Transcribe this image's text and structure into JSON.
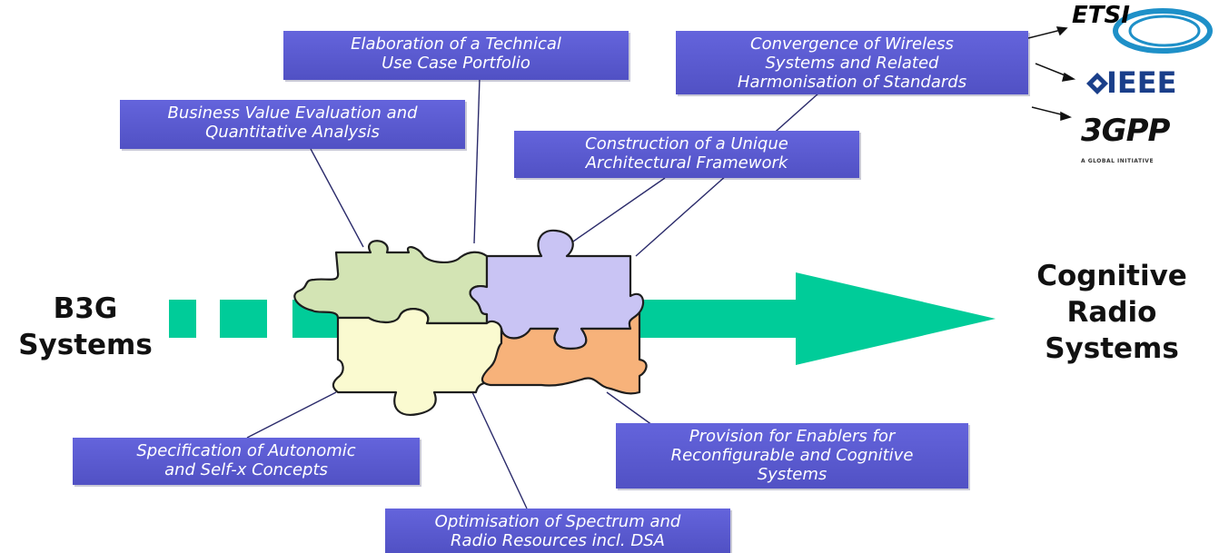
{
  "labels": {
    "start_line1": "B3G",
    "start_line2": "Systems",
    "end_line1": "Cognitive",
    "end_line2": "Radio",
    "end_line3": "Systems"
  },
  "boxes": [
    {
      "id": "technical-use-case",
      "lines": [
        "Elaboration of a Technical",
        "Use Case Portfolio"
      ]
    },
    {
      "id": "business-value",
      "lines": [
        "Business Value Evaluation and",
        "Quantitative Analysis"
      ]
    },
    {
      "id": "convergence",
      "lines": [
        "Convergence of Wireless",
        "Systems and Related",
        "Harmonisation of Standards"
      ]
    },
    {
      "id": "architectural-framework",
      "lines": [
        "Construction of a Unique",
        "Architectural Framework"
      ]
    },
    {
      "id": "autonomic",
      "lines": [
        "Specification of  Autonomic",
        "and Self-x Concepts"
      ]
    },
    {
      "id": "enablers",
      "lines": [
        "Provision for Enablers for",
        "Reconfigurable and Cognitive",
        "Systems"
      ]
    },
    {
      "id": "spectrum",
      "lines": [
        "Optimisation of Spectrum and",
        "Radio Resources incl. DSA"
      ]
    }
  ],
  "logos": {
    "etsi": "ETSI",
    "ieee": "IEEE",
    "tgpp": "3GPP",
    "tgpp_sub": "A GLOBAL INITIATIVE"
  },
  "colors": {
    "box_fill": "#5b5bd0",
    "arrow": "#00cc99",
    "piece_green": "#d3e4b4",
    "piece_lavender": "#c9c4f4",
    "piece_yellow": "#fafad0",
    "piece_orange": "#f7b27a",
    "connector_line": "#2b2b6b"
  }
}
